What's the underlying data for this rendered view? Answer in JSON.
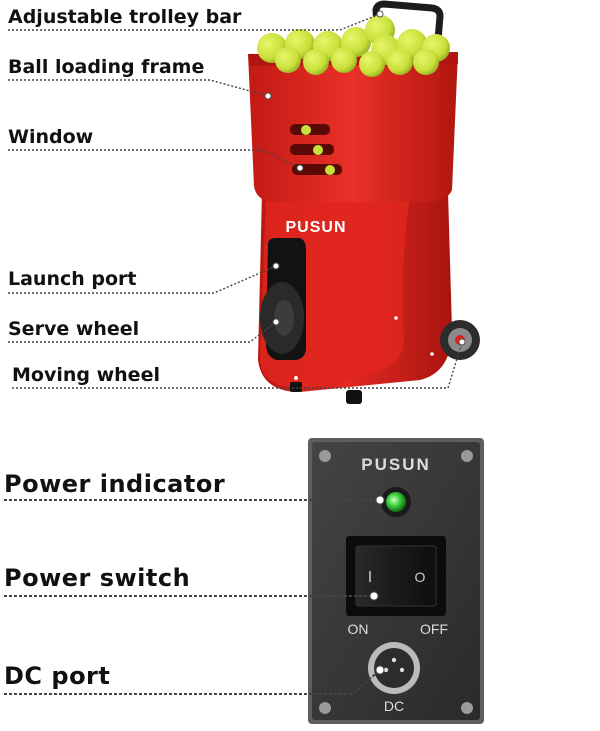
{
  "product": {
    "brand": "PUSUN"
  },
  "callouts": {
    "trolley_bar": "Adjustable trolley bar",
    "loading_frame": "Ball loading frame",
    "window": "Window",
    "launch_port": "Launch port",
    "serve_wheel": "Serve wheel",
    "moving_wheel": "Moving wheel",
    "power_indicator": "Power indicator",
    "power_switch": "Power switch",
    "dc_port": "DC port"
  },
  "panel": {
    "brand": "PUSUN",
    "switch_on_symbol": "I",
    "switch_off_symbol": "O",
    "on_label": "ON",
    "off_label": "OFF",
    "dc_label": "DC"
  },
  "colors": {
    "machine_red": "#d9221c",
    "ball_yellow": "#c8e03a",
    "panel_dark": "#3a3a3a",
    "indicator_green": "#3cd23c"
  }
}
